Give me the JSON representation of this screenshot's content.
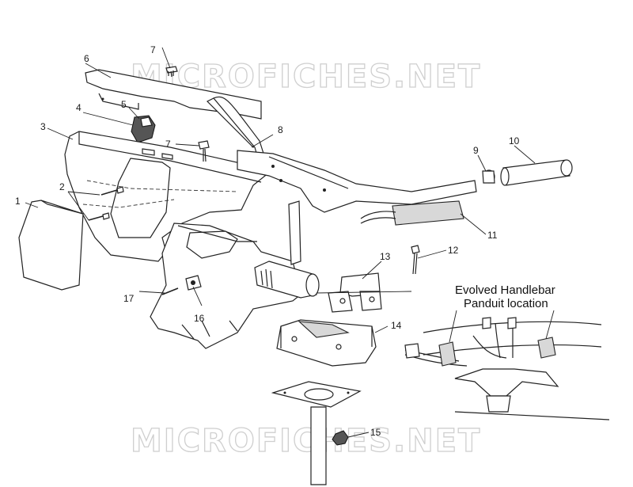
{
  "watermark": {
    "top": "MICROFICHES.NET",
    "bottom": "MICROFICHES.NET"
  },
  "inset": {
    "title_line1": "Evolved Handlebar",
    "title_line2": "Panduit location"
  },
  "callouts": [
    "1",
    "2",
    "3",
    "4",
    "5",
    "6",
    "7",
    "7",
    "8",
    "9",
    "10",
    "11",
    "12",
    "13",
    "14",
    "15",
    "16",
    "17"
  ]
}
